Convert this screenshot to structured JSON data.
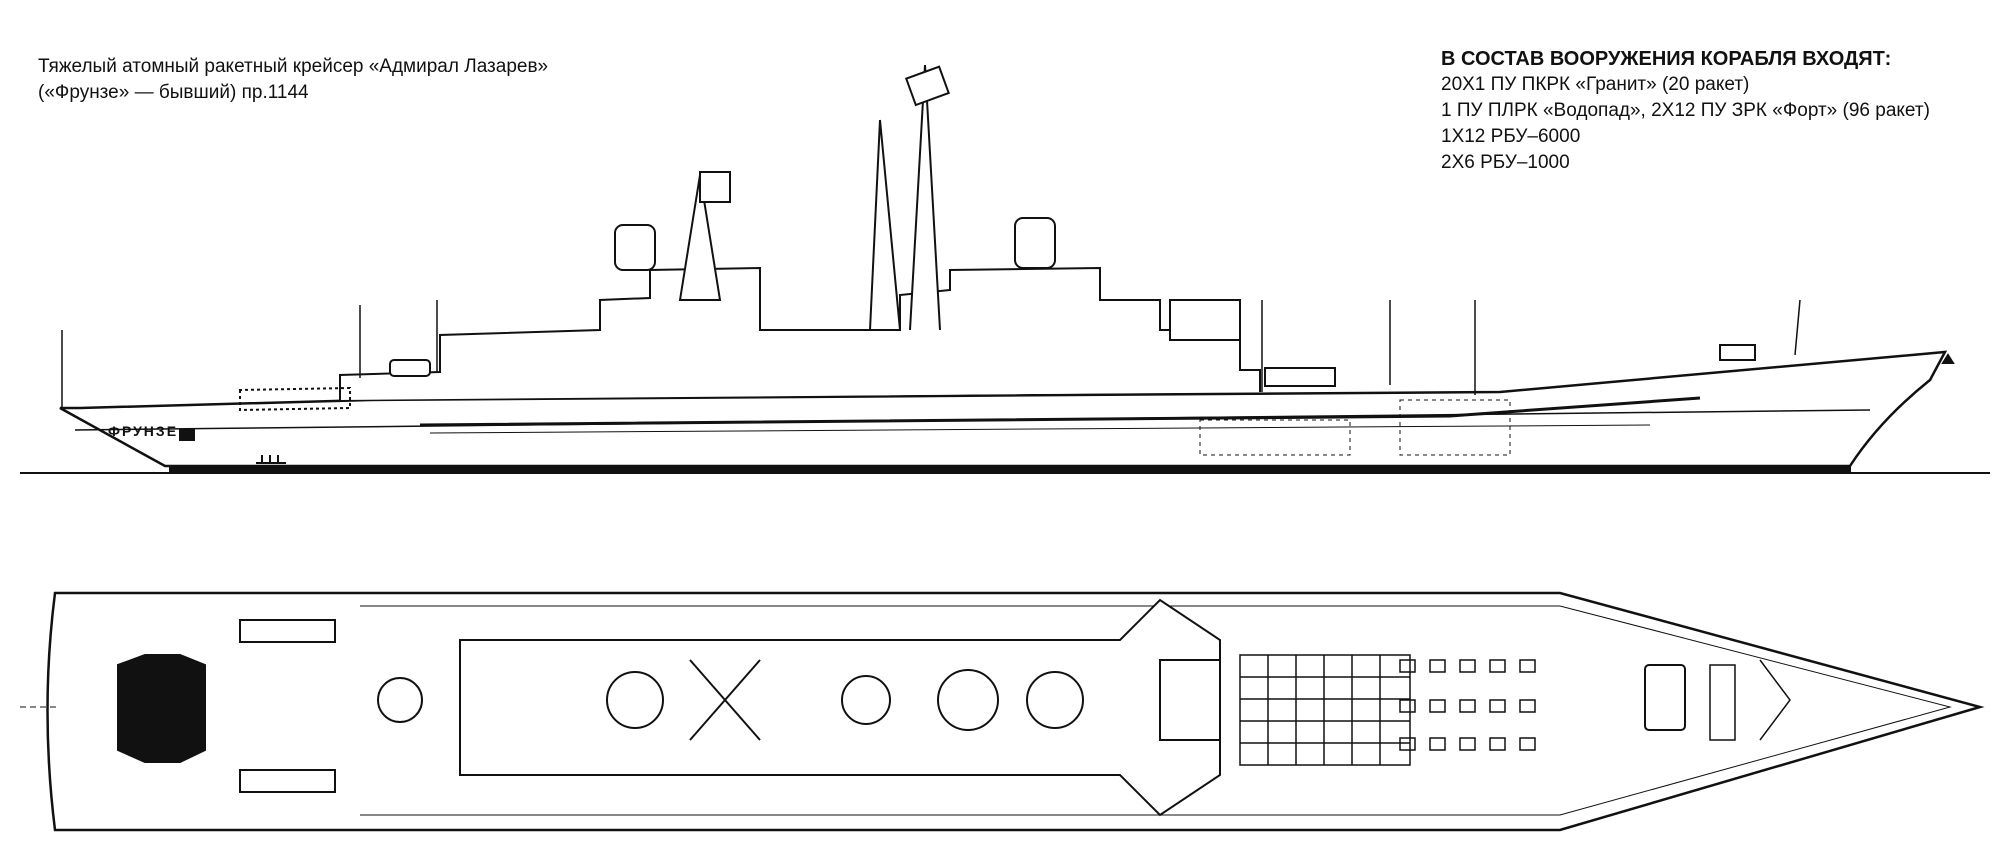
{
  "caption": {
    "line1": "Тяжелый атомный ракетный крейсер «Адмирал Лазарев»",
    "line2": "(«Фрунзе» — бывший) пр.1144"
  },
  "armament": {
    "heading": "В СОСТАВ ВООРУЖЕНИЯ КОРАБЛЯ ВХОДЯТ:",
    "items": [
      "20Х1 ПУ ПКРК «Гранит» (20 ракет)",
      "1 ПУ ПЛРК «Водопад», 2Х12 ПУ ЗРК «Форт» (96 ракет)",
      "1Х12 РБУ–6000",
      "2Х6 РБУ–1000"
    ]
  },
  "drawing": {
    "hull_name": "ФРУНЗЕ"
  }
}
